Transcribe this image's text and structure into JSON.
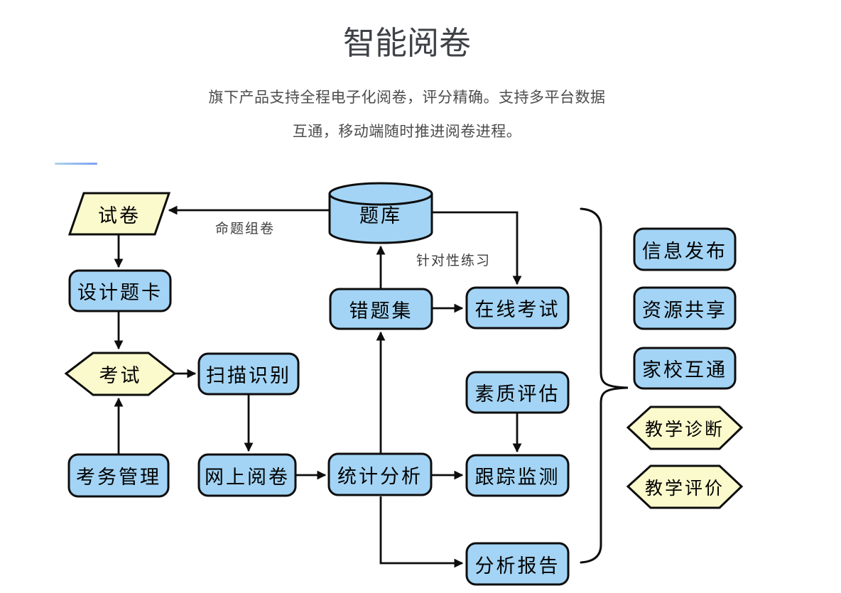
{
  "page": {
    "title": "智能阅卷",
    "subtitle_line1": "旗下产品支持全程电子化阅卷，评分精确。支持多平台数据",
    "subtitle_line2": "互通，移动端随时推进阅卷进程。"
  },
  "colors": {
    "node_blue": "#A3D4F5",
    "node_yellow": "#FBFACC",
    "outline": "#0d0d0d",
    "title_text": "#3e4247",
    "body_text": "#4c4c4c",
    "edge_label_text": "#3d3d3d",
    "accent_left": "#abd4e9",
    "accent_right": "#7d9ff3"
  },
  "flowchart": {
    "nodes": [
      {
        "id": "shijuan",
        "label": "试卷",
        "shape": "parallelogram",
        "color": "yellow"
      },
      {
        "id": "tiku",
        "label": "题库",
        "shape": "cylinder",
        "color": "blue"
      },
      {
        "id": "sheji-tika",
        "label": "设计题卡",
        "shape": "rounded-rect",
        "color": "blue"
      },
      {
        "id": "kaoshi",
        "label": "考试",
        "shape": "hexagon",
        "color": "yellow"
      },
      {
        "id": "saomiao-shibie",
        "label": "扫描识别",
        "shape": "rounded-rect",
        "color": "blue"
      },
      {
        "id": "kaowu-guanli",
        "label": "考务管理",
        "shape": "rounded-rect",
        "color": "blue"
      },
      {
        "id": "wangshang-yuejuan",
        "label": "网上阅卷",
        "shape": "rounded-rect",
        "color": "blue"
      },
      {
        "id": "tongji-fenxi",
        "label": "统计分析",
        "shape": "rounded-rect",
        "color": "blue"
      },
      {
        "id": "cuotiji",
        "label": "错题集",
        "shape": "rounded-rect",
        "color": "blue"
      },
      {
        "id": "zaixian-kaoshi",
        "label": "在线考试",
        "shape": "rounded-rect",
        "color": "blue"
      },
      {
        "id": "suzhi-pinggu",
        "label": "素质评估",
        "shape": "rounded-rect",
        "color": "blue"
      },
      {
        "id": "genzong-jiance",
        "label": "跟踪监测",
        "shape": "rounded-rect",
        "color": "blue"
      },
      {
        "id": "fenxi-baogao",
        "label": "分析报告",
        "shape": "rounded-rect",
        "color": "blue"
      },
      {
        "id": "xinxi-fabu",
        "label": "信息发布",
        "shape": "rounded-rect",
        "color": "blue"
      },
      {
        "id": "ziyuan-gongxiang",
        "label": "资源共享",
        "shape": "rounded-rect",
        "color": "blue"
      },
      {
        "id": "jiaxiao-hutong",
        "label": "家校互通",
        "shape": "rounded-rect",
        "color": "blue"
      },
      {
        "id": "jiaoxue-zhenduan",
        "label": "教学诊断",
        "shape": "hexagon",
        "color": "yellow"
      },
      {
        "id": "jiaoxue-pingjia",
        "label": "教学评价",
        "shape": "hexagon",
        "color": "yellow"
      }
    ],
    "edge_labels": [
      {
        "id": "mingti-zujuan",
        "label": "命题组卷"
      },
      {
        "id": "zhenduixing-lianxi",
        "label": "针对性练习"
      }
    ],
    "edges": [
      {
        "from": "tiku",
        "to": "shijuan",
        "label": "命题组卷"
      },
      {
        "from": "shijuan",
        "to": "sheji-tika",
        "label": ""
      },
      {
        "from": "sheji-tika",
        "to": "kaoshi",
        "label": ""
      },
      {
        "from": "kaowu-guanli",
        "to": "kaoshi",
        "label": ""
      },
      {
        "from": "kaoshi",
        "to": "saomiao-shibie",
        "label": ""
      },
      {
        "from": "saomiao-shibie",
        "to": "wangshang-yuejuan",
        "label": ""
      },
      {
        "from": "wangshang-yuejuan",
        "to": "tongji-fenxi",
        "label": ""
      },
      {
        "from": "tongji-fenxi",
        "to": "cuotiji",
        "label": ""
      },
      {
        "from": "cuotiji",
        "to": "tiku",
        "label": "针对性练习"
      },
      {
        "from": "cuotiji",
        "to": "zaixian-kaoshi",
        "label": ""
      },
      {
        "from": "tiku",
        "to": "zaixian-kaoshi",
        "label": ""
      },
      {
        "from": "suzhi-pinggu",
        "to": "genzong-jiance",
        "label": ""
      },
      {
        "from": "tongji-fenxi",
        "to": "genzong-jiance",
        "label": ""
      },
      {
        "from": "tongji-fenxi",
        "to": "fenxi-baogao",
        "label": ""
      }
    ]
  }
}
